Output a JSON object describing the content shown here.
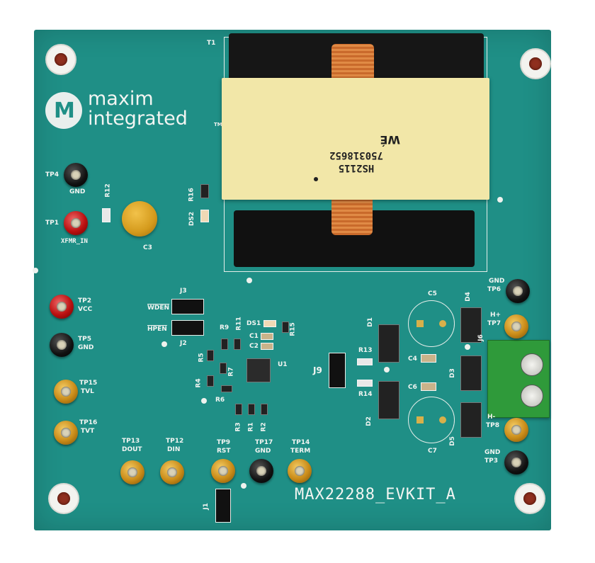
{
  "brand": {
    "line1": "maxim",
    "line2": "integrated",
    "tm": "TM",
    "logo_letter": "M"
  },
  "transformer": {
    "part_number": "750318652",
    "code": "HS2115",
    "maker_mark": "WÉ",
    "ref": "T1"
  },
  "board_label": "MAX22288_EVKIT_A",
  "test_points": {
    "tp4_ref": "TP4",
    "tp4_name": "GND",
    "tp1_ref": "TP1",
    "tp1_name": "XFMR_IN",
    "tp2_ref": "TP2",
    "tp2_name": "VCC",
    "tp5_ref": "TP5",
    "tp5_name": "GND",
    "tp15_ref": "TP15",
    "tp15_name": "TVL",
    "tp16_ref": "TP16",
    "tp16_name": "TVT",
    "tp13_ref": "TP13",
    "tp13_name": "DOUT",
    "tp12_ref": "TP12",
    "tp12_name": "DIN",
    "tp9_ref": "TP9",
    "tp9_name": "RST",
    "tp17_ref": "TP17",
    "tp17_name": "GND",
    "tp14_ref": "TP14",
    "tp14_name": "TERM",
    "tp6_ref": "TP6",
    "tp6_name": "GND",
    "tp7_ref": "TP7",
    "tp7_name": "H+",
    "tp8_ref": "TP8",
    "tp8_name": "H-",
    "tp3_ref": "TP3",
    "tp3_name": "GND"
  },
  "refdes": {
    "r12": "R12",
    "c3": "C3",
    "r16": "R16",
    "ds2": "DS2",
    "j3": "J3",
    "j2": "J2",
    "wden": "WDEN",
    "hpen": "HPEN",
    "r9": "R9",
    "r11": "R11",
    "ds1": "DS1",
    "r15": "R15",
    "c1": "C1",
    "c2": "C2",
    "u1": "U1",
    "r5": "R5",
    "r7": "R7",
    "r4": "R4",
    "r6": "R6",
    "r3": "R3",
    "r1": "R1",
    "r2": "R2",
    "j1": "J1",
    "j9": "J9",
    "r13": "R13",
    "r14": "R14",
    "c4": "C4",
    "c6": "C6",
    "c5": "C5",
    "c7": "C7",
    "d1": "D1",
    "d2": "D2",
    "d3": "D3",
    "d4": "D4",
    "d5": "D5",
    "j6": "J6"
  },
  "colors": {
    "pcb": "#1f8f86",
    "silkscreen": "#f2f5f2",
    "transformer_label": "#f2e7a8",
    "terminal_block": "#2f9a3a"
  }
}
